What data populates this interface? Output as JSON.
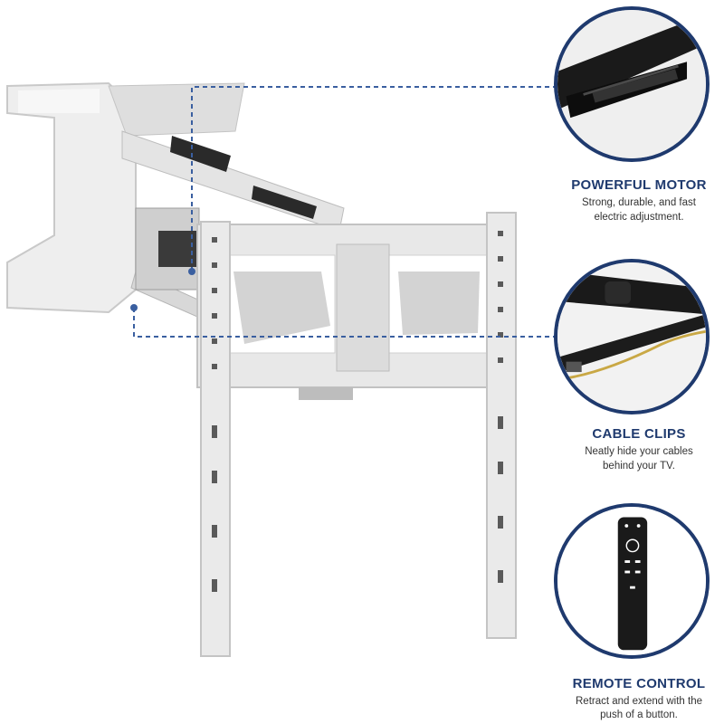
{
  "features": [
    {
      "title": "POWERFUL MOTOR",
      "line1": "Strong, durable, and fast",
      "line2": "electric adjustment.",
      "icon": "motor-closeup"
    },
    {
      "title": "CABLE CLIPS",
      "line1": "Neatly hide your cables",
      "line2": "behind your TV.",
      "icon": "cable-clip-closeup"
    },
    {
      "title": "REMOTE CONTROL",
      "line1": "Retract and extend with the",
      "line2": "push of a button.",
      "icon": "remote-control"
    }
  ],
  "colors": {
    "accent": "#1f3a6e",
    "callout_line": "#3a5fa0",
    "mount": "#e6e6e6"
  }
}
